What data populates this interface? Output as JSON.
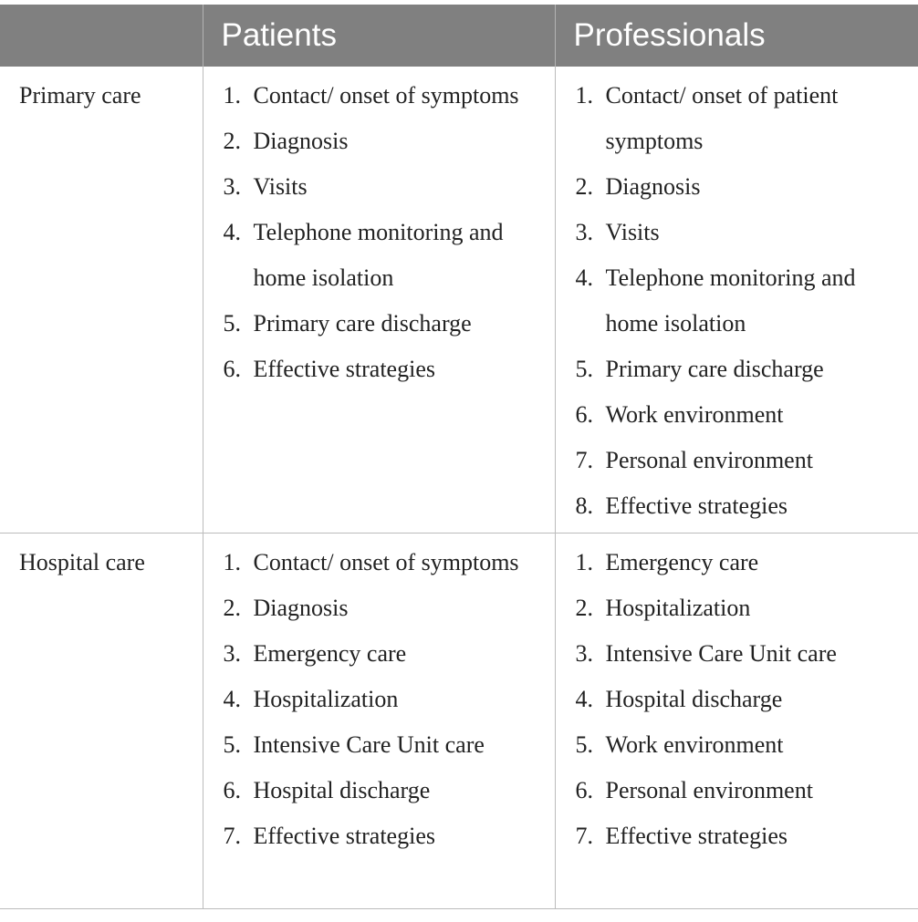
{
  "table": {
    "headers": [
      "",
      "Patients",
      "Professionals"
    ],
    "rows": [
      {
        "label": "Primary care",
        "patients": [
          "Contact/ onset of symptoms",
          "Diagnosis",
          "Visits",
          "Telephone monitoring and home isolation",
          "Primary care discharge",
          "Effective strategies"
        ],
        "professionals": [
          "Contact/ onset of patient symptoms",
          "Diagnosis",
          "Visits",
          "Telephone monitoring and home isolation",
          "Primary care discharge",
          "Work environment",
          "Personal environment",
          "Effective strategies"
        ]
      },
      {
        "label": "Hospital care",
        "patients": [
          "Contact/ onset of symptoms",
          "Diagnosis",
          "Emergency care",
          "Hospitalization",
          "Intensive Care Unit care",
          "Hospital discharge",
          "Effective strategies"
        ],
        "professionals": [
          "Emergency care",
          "Hospitalization",
          "Intensive Care Unit care",
          "Hospital discharge",
          "Work environment",
          "Personal environment",
          "Effective strategies"
        ]
      }
    ]
  }
}
